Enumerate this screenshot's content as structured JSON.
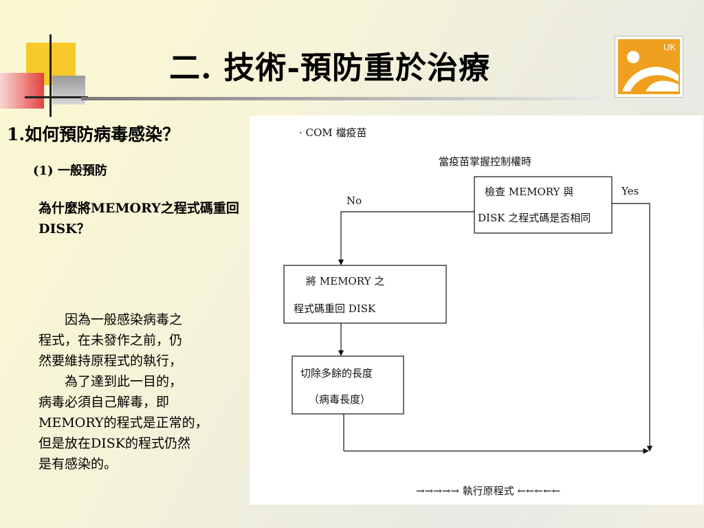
{
  "slide": {
    "title": "二. 技術-預防重於治療",
    "logo_text": "UK",
    "heading": "1.如何預防病毒感染？",
    "subheading": "(1) 一般預防",
    "question": "為什麼將MEMORY之程式碼重回DISK？",
    "explanation_lines": [
      "因為一般感染病毒之",
      "程式，在未發作之前，仍",
      "然要維持原程式的執行，",
      "為了達到此一目的，",
      "病毒必須自己解毒，即",
      "MEMORY的程式是正常的，",
      "但是放在DISK的程式仍然",
      "是有感染的。"
    ]
  },
  "diagram": {
    "header": "· COM 檔疫苗",
    "condition": "當疫苗掌握控制權時",
    "check_line1": "檢查 MEMORY 與",
    "check_line2": "DISK 之程式碼是否相同",
    "no_label": "No",
    "yes_label": "Yes",
    "restore_line1": "將 MEMORY 之",
    "restore_line2": "程式碼重回 DISK",
    "cut_line1": "切除多餘的長度",
    "cut_line2": "（病毒長度）",
    "run_label": "→→→→→  執行原程式  ←←←←←"
  },
  "colors": {
    "accent_yellow": "#f7c92a",
    "accent_red": "#e23a3a",
    "logo_orange": "#f0a01e"
  }
}
